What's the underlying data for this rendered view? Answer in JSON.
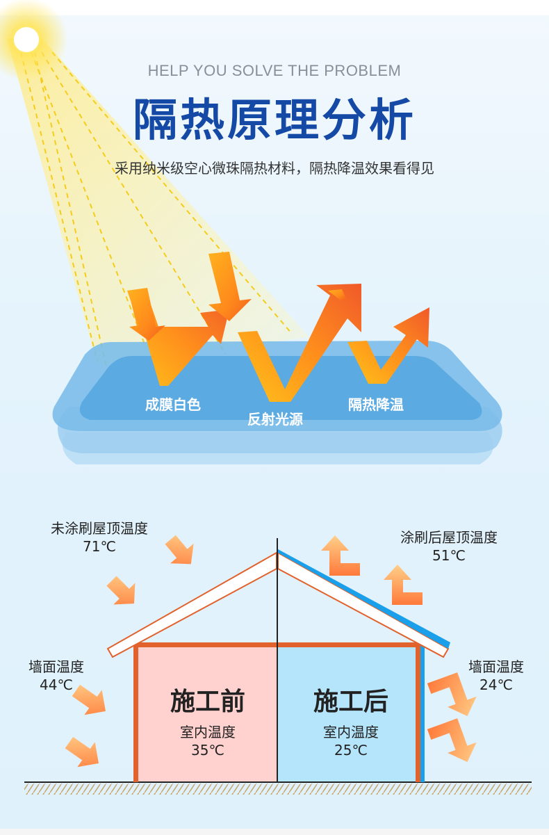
{
  "header": {
    "subtitle_en": "HELP YOU SOLVE THE PROBLEM",
    "title": "隔热原理分析",
    "description": "采用纳米级空心微珠隔热材料，隔热降温效果看得见"
  },
  "layers": {
    "label_1": "成膜白色",
    "label_2": "反射光源",
    "label_3": "隔热降温"
  },
  "house": {
    "roof_before_label": "未涂刷屋顶温度",
    "roof_before_temp": "71℃",
    "roof_after_label": "涂刷后屋顶温度",
    "roof_after_temp": "51℃",
    "wall_before_label": "墙面温度",
    "wall_before_temp": "44℃",
    "wall_after_label": "墙面温度",
    "wall_after_temp": "24℃",
    "before": {
      "title": "施工前",
      "indoor_label": "室内温度",
      "indoor_temp": "35℃"
    },
    "after": {
      "title": "施工后",
      "indoor_label": "室内温度",
      "indoor_temp": "25℃"
    }
  },
  "colors": {
    "title_blue": "#1549a6",
    "arrow_orange": "#ff8a1c",
    "arrow_yellow": "#ffc21a",
    "coating_blue": "#1aa0ea",
    "wall_orange": "#e1622d",
    "room_pink": "#ffd1cf",
    "room_blue": "#b5e5fb"
  }
}
